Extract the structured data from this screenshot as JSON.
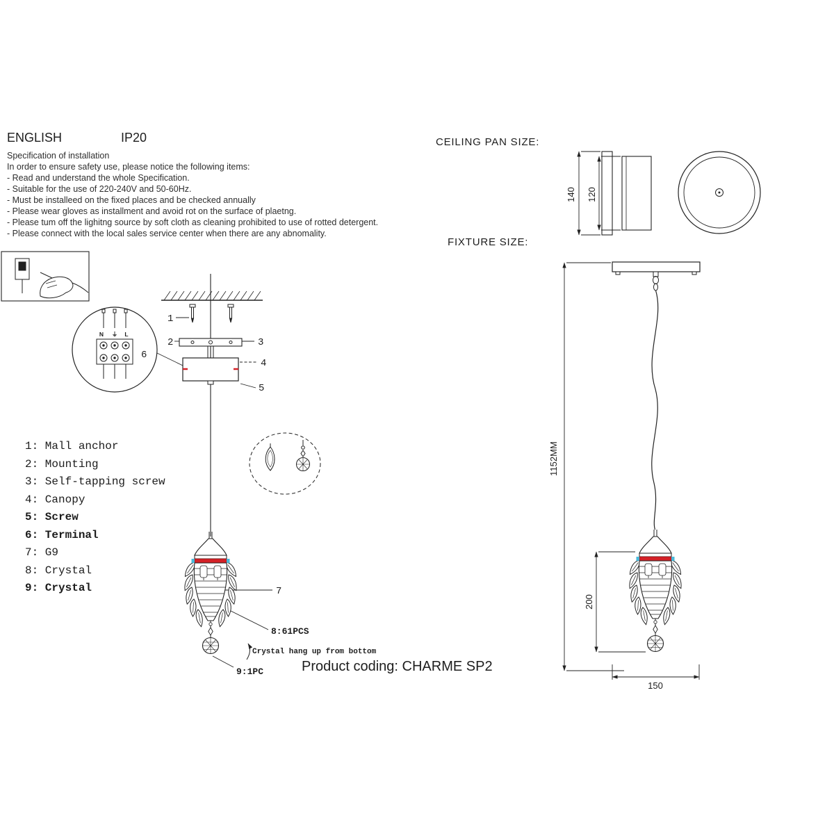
{
  "colors": {
    "ink": "#222222",
    "accent_red": "#d42127",
    "accent_cyan": "#49b8d8"
  },
  "header": {
    "language": "ENGLISH",
    "ip_rating": "IP20"
  },
  "spec": {
    "title": "Specification of installation",
    "intro": "In order to ensure safety use, please notice the following items:",
    "items": [
      "- Read and understand the whole Specification.",
      "- Suitable for the use of 220-240V and 50-60Hz.",
      "- Must be installeed on the fixed places and be checked annually",
      "- Please wear gloves as installment and avoid rot on the surface of plaetng.",
      "- Please tum off the lighitng source by soft cloth as cleaning prohibited to use of rotted detergent.",
      "- Please connect with the local sales service center when there are any abnomality."
    ]
  },
  "parts": [
    {
      "label": "1: Mall anchor"
    },
    {
      "label": "2: Mounting"
    },
    {
      "label": "3: Self-tapping screw"
    },
    {
      "label": "4: Canopy"
    },
    {
      "label": "5: Screw"
    },
    {
      "label": "6: Terminal"
    },
    {
      "label": "7: G9"
    },
    {
      "label": "8: Crystal"
    },
    {
      "label": "9: Crystal"
    }
  ],
  "sections": {
    "ceiling_pan": "CEILING PAN  SIZE:",
    "fixture": "FIXTURE SIZE:"
  },
  "dimensions": {
    "pan_height": "140",
    "pan_inner": "120",
    "overall": "1152MM",
    "lamp_height": "200",
    "lamp_width": "150"
  },
  "callouts": {
    "c1": "1",
    "c2": "2",
    "c3": "3",
    "c4": "4",
    "c5": "5",
    "c6": "6",
    "c7": "7"
  },
  "annotations": {
    "crystal_count": "8:61PCS",
    "bottom_crystal": "9:1PC",
    "note": "Crystal hang up from bottom"
  },
  "terminal": {
    "left": "N",
    "middle": "⏚",
    "right": "L"
  },
  "product": {
    "coding": "Product coding: CHARME SP2"
  }
}
